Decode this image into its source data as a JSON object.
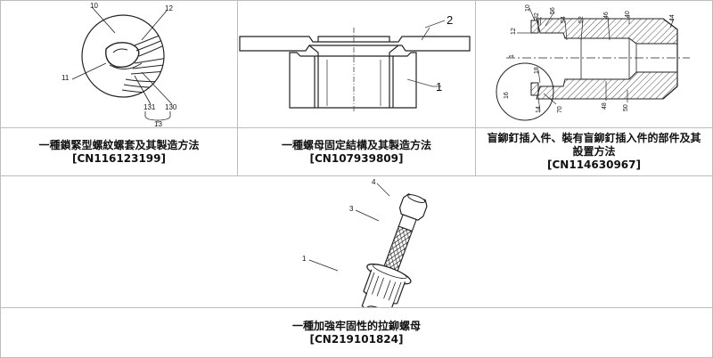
{
  "patents": [
    {
      "title": "一種鎖緊型螺紋螺套及其製造方法",
      "number": "[CN116123199]",
      "labels": [
        "10",
        "12",
        "11",
        "131",
        "130",
        "13"
      ]
    },
    {
      "title": "一種螺母固定結構及其製造方法",
      "number": "[CN107939809]",
      "labels": [
        "2",
        "1"
      ]
    },
    {
      "title": "盲鉚釘插入件、裝有盲鉚釘插入件的部件及其設置方法",
      "title_line1": "盲鉚釘插入件、裝有盲鉚釘插入件的部件及其",
      "title_line2": "設置方法",
      "number": "[CN114630967]",
      "labels": [
        "10",
        "32",
        "56",
        "54",
        "52",
        "46",
        "40",
        "44",
        "12",
        "1",
        "18",
        "16",
        "14",
        "70",
        "48",
        "50"
      ]
    },
    {
      "title": "一種加強牢固性的拉鉚螺母",
      "number": "[CN219101824]",
      "labels": [
        "4",
        "3",
        "1"
      ]
    }
  ]
}
